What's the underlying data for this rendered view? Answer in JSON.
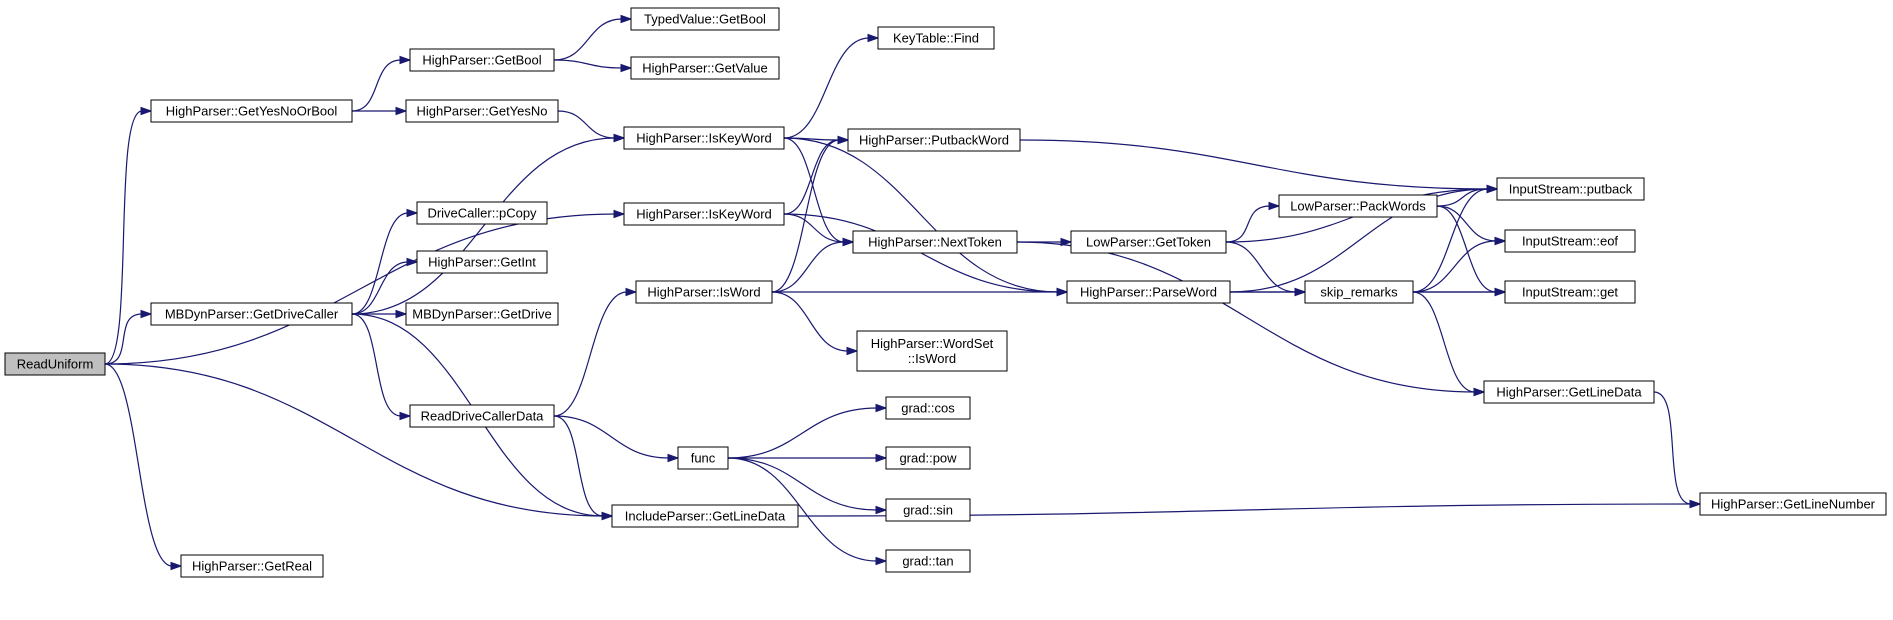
{
  "diagram": {
    "nodes": [
      {
        "id": "n_readuniform",
        "label": "ReadUniform",
        "root": true
      },
      {
        "id": "n_hp_getyesnoorbool",
        "label": "HighParser::GetYesNoOrBool"
      },
      {
        "id": "n_mbd_getdrivecaller",
        "label": "MBDynParser::GetDriveCaller"
      },
      {
        "id": "n_hp_iskeyword2",
        "label": "HighParser::IsKeyWord"
      },
      {
        "id": "n_ip_getlinedata",
        "label": "IncludeParser::GetLineData"
      },
      {
        "id": "n_hp_getreal",
        "label": "HighParser::GetReal"
      },
      {
        "id": "n_hp_getbool",
        "label": "HighParser::GetBool"
      },
      {
        "id": "n_hp_getyesno",
        "label": "HighParser::GetYesNo"
      },
      {
        "id": "n_tv_getbool",
        "label": "TypedValue::GetBool"
      },
      {
        "id": "n_hp_getvalue",
        "label": "HighParser::GetValue"
      },
      {
        "id": "n_hp_iskeyword1",
        "label": "HighParser::IsKeyWord"
      },
      {
        "id": "n_kt_find",
        "label": "KeyTable::Find"
      },
      {
        "id": "n_hp_putbackword",
        "label": "HighParser::PutbackWord"
      },
      {
        "id": "n_hp_nexttoken",
        "label": "HighParser::NextToken"
      },
      {
        "id": "n_hp_parseword",
        "label": "HighParser::ParseWord"
      },
      {
        "id": "n_dc_pcopy",
        "label": "DriveCaller::pCopy"
      },
      {
        "id": "n_hp_getint",
        "label": "HighParser::GetInt"
      },
      {
        "id": "n_mbd_getdrive",
        "label": "MBDynParser::GetDrive"
      },
      {
        "id": "n_readdrivecallerdata",
        "label": "ReadDriveCallerData"
      },
      {
        "id": "n_hp_isword",
        "label": "HighParser::IsWord"
      },
      {
        "id": "n_func",
        "label": "func"
      },
      {
        "id": "n_wordset_isword",
        "label": "HighParser::WordSet\n::IsWord"
      },
      {
        "id": "n_grad_cos",
        "label": "grad::cos"
      },
      {
        "id": "n_grad_pow",
        "label": "grad::pow"
      },
      {
        "id": "n_grad_sin",
        "label": "grad::sin"
      },
      {
        "id": "n_grad_tan",
        "label": "grad::tan"
      },
      {
        "id": "n_lp_gettoken",
        "label": "LowParser::GetToken"
      },
      {
        "id": "n_lp_packwords",
        "label": "LowParser::PackWords"
      },
      {
        "id": "n_skip_remarks",
        "label": "skip_remarks"
      },
      {
        "id": "n_is_putback",
        "label": "InputStream::putback"
      },
      {
        "id": "n_is_eof",
        "label": "InputStream::eof"
      },
      {
        "id": "n_is_get",
        "label": "InputStream::get"
      },
      {
        "id": "n_hp_getlinedata",
        "label": "HighParser::GetLineData"
      },
      {
        "id": "n_hp_getlinenumber",
        "label": "HighParser::GetLineNumber"
      }
    ],
    "edges": [
      [
        "n_readuniform",
        "n_hp_getyesnoorbool"
      ],
      [
        "n_readuniform",
        "n_mbd_getdrivecaller"
      ],
      [
        "n_readuniform",
        "n_hp_iskeyword2"
      ],
      [
        "n_readuniform",
        "n_ip_getlinedata"
      ],
      [
        "n_readuniform",
        "n_hp_getreal"
      ],
      [
        "n_hp_getyesnoorbool",
        "n_hp_getbool"
      ],
      [
        "n_hp_getyesnoorbool",
        "n_hp_getyesno"
      ],
      [
        "n_hp_getbool",
        "n_tv_getbool"
      ],
      [
        "n_hp_getbool",
        "n_hp_getvalue"
      ],
      [
        "n_hp_getyesno",
        "n_hp_iskeyword1"
      ],
      [
        "n_mbd_getdrivecaller",
        "n_hp_iskeyword1"
      ],
      [
        "n_mbd_getdrivecaller",
        "n_dc_pcopy"
      ],
      [
        "n_mbd_getdrivecaller",
        "n_hp_getint"
      ],
      [
        "n_mbd_getdrivecaller",
        "n_mbd_getdrive"
      ],
      [
        "n_mbd_getdrivecaller",
        "n_readdrivecallerdata"
      ],
      [
        "n_mbd_getdrivecaller",
        "n_ip_getlinedata"
      ],
      [
        "n_hp_iskeyword1",
        "n_kt_find"
      ],
      [
        "n_hp_iskeyword1",
        "n_hp_putbackword"
      ],
      [
        "n_hp_iskeyword1",
        "n_hp_nexttoken"
      ],
      [
        "n_hp_iskeyword1",
        "n_hp_parseword"
      ],
      [
        "n_hp_iskeyword2",
        "n_hp_putbackword"
      ],
      [
        "n_hp_iskeyword2",
        "n_hp_nexttoken"
      ],
      [
        "n_hp_iskeyword2",
        "n_hp_parseword"
      ],
      [
        "n_readdrivecallerdata",
        "n_hp_isword"
      ],
      [
        "n_readdrivecallerdata",
        "n_func"
      ],
      [
        "n_readdrivecallerdata",
        "n_ip_getlinedata"
      ],
      [
        "n_hp_isword",
        "n_hp_putbackword"
      ],
      [
        "n_hp_isword",
        "n_hp_nexttoken"
      ],
      [
        "n_hp_isword",
        "n_hp_parseword"
      ],
      [
        "n_hp_isword",
        "n_wordset_isword"
      ],
      [
        "n_func",
        "n_grad_cos"
      ],
      [
        "n_func",
        "n_grad_pow"
      ],
      [
        "n_func",
        "n_grad_sin"
      ],
      [
        "n_func",
        "n_grad_tan"
      ],
      [
        "n_ip_getlinedata",
        "n_hp_getlinenumber"
      ],
      [
        "n_hp_putbackword",
        "n_is_putback"
      ],
      [
        "n_hp_nexttoken",
        "n_lp_gettoken"
      ],
      [
        "n_hp_nexttoken",
        "n_hp_getlinedata"
      ],
      [
        "n_hp_parseword",
        "n_is_putback"
      ],
      [
        "n_hp_parseword",
        "n_skip_remarks"
      ],
      [
        "n_hp_parseword",
        "n_is_get"
      ],
      [
        "n_lp_gettoken",
        "n_is_putback"
      ],
      [
        "n_lp_gettoken",
        "n_lp_packwords"
      ],
      [
        "n_lp_gettoken",
        "n_skip_remarks"
      ],
      [
        "n_lp_packwords",
        "n_is_putback"
      ],
      [
        "n_lp_packwords",
        "n_is_eof"
      ],
      [
        "n_lp_packwords",
        "n_is_get"
      ],
      [
        "n_skip_remarks",
        "n_is_putback"
      ],
      [
        "n_skip_remarks",
        "n_is_eof"
      ],
      [
        "n_skip_remarks",
        "n_is_get"
      ],
      [
        "n_skip_remarks",
        "n_hp_getlinedata"
      ],
      [
        "n_hp_getlinedata",
        "n_hp_getlinenumber"
      ]
    ]
  }
}
